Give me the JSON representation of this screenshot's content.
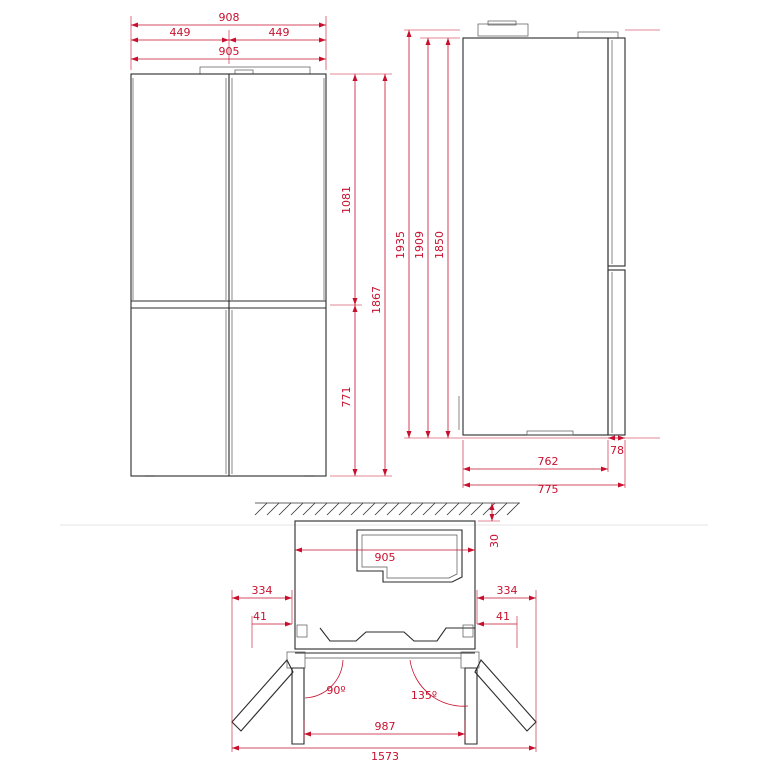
{
  "front_view": {
    "total_width": "908",
    "half_width_left": "449",
    "half_width_right": "449",
    "body_width": "905",
    "upper_door_height": "1081",
    "lower_door_height": "771",
    "door_total_height": "1867"
  },
  "side_view": {
    "total_height": "1935",
    "body_height_a": "1909",
    "body_height_b": "1850",
    "door_depth": "78",
    "body_depth": "762",
    "total_depth": "775"
  },
  "top_view": {
    "wall_clearance": "30",
    "inner_width": "905",
    "door_swing_left": "334",
    "door_swing_right": "334",
    "hinge_offset_left": "41",
    "hinge_offset_right": "41",
    "angle_left": "90º",
    "angle_right": "135º",
    "inner_open_width": "987",
    "total_open_width": "1573"
  },
  "colors": {
    "dimension": "#c8102e",
    "outline": "#2b2b2b"
  }
}
